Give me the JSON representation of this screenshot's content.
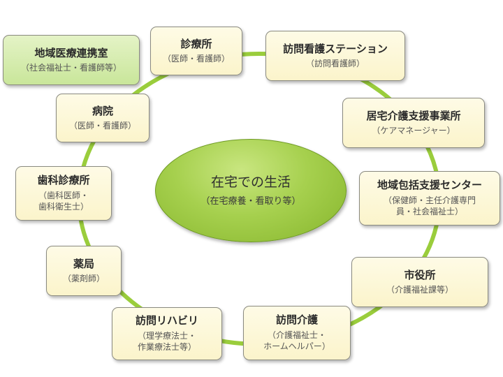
{
  "center": {
    "title": "在宅での生活",
    "subtitle": "（在宅療養・看取り等）"
  },
  "nodes": {
    "regional_cooperation": {
      "title": "地域医療連携室",
      "sub": [
        "（社会福祉士・看護師等）"
      ]
    },
    "clinic": {
      "title": "診療所",
      "sub": [
        "（医師・看護師）"
      ]
    },
    "home_nursing": {
      "title": "訪問看護ステーション",
      "sub": [
        "（訪問看護師）"
      ]
    },
    "care_support": {
      "title": "居宅介護支援事業所",
      "sub": [
        "（ケアマネージャー）"
      ]
    },
    "community_support": {
      "title": "地域包括支援センター",
      "sub": [
        "（保健師・主任介護専門",
        "員・社会福祉士）"
      ]
    },
    "city_hall": {
      "title": "市役所",
      "sub": [
        "（介護福祉課等）"
      ]
    },
    "home_care": {
      "title": "訪問介護",
      "sub": [
        "（介護福祉士・",
        "ホームヘルパー）"
      ]
    },
    "home_rehab": {
      "title": "訪問リハビリ",
      "sub": [
        "（理学療法士・",
        "作業療法士等）"
      ]
    },
    "pharmacy": {
      "title": "薬局",
      "sub": [
        "（薬剤師）"
      ]
    },
    "dental": {
      "title": "歯科診療所",
      "sub": [
        "（歯科医師・",
        "歯科衛生士）"
      ]
    },
    "hospital": {
      "title": "病院",
      "sub": [
        "（医師・看護師）"
      ]
    }
  },
  "colors": {
    "ring": "#9acd3c",
    "center_fill": "#a6d04e",
    "node_fill": "#fbf4cb",
    "highlight_fill": "#c9e69a"
  }
}
